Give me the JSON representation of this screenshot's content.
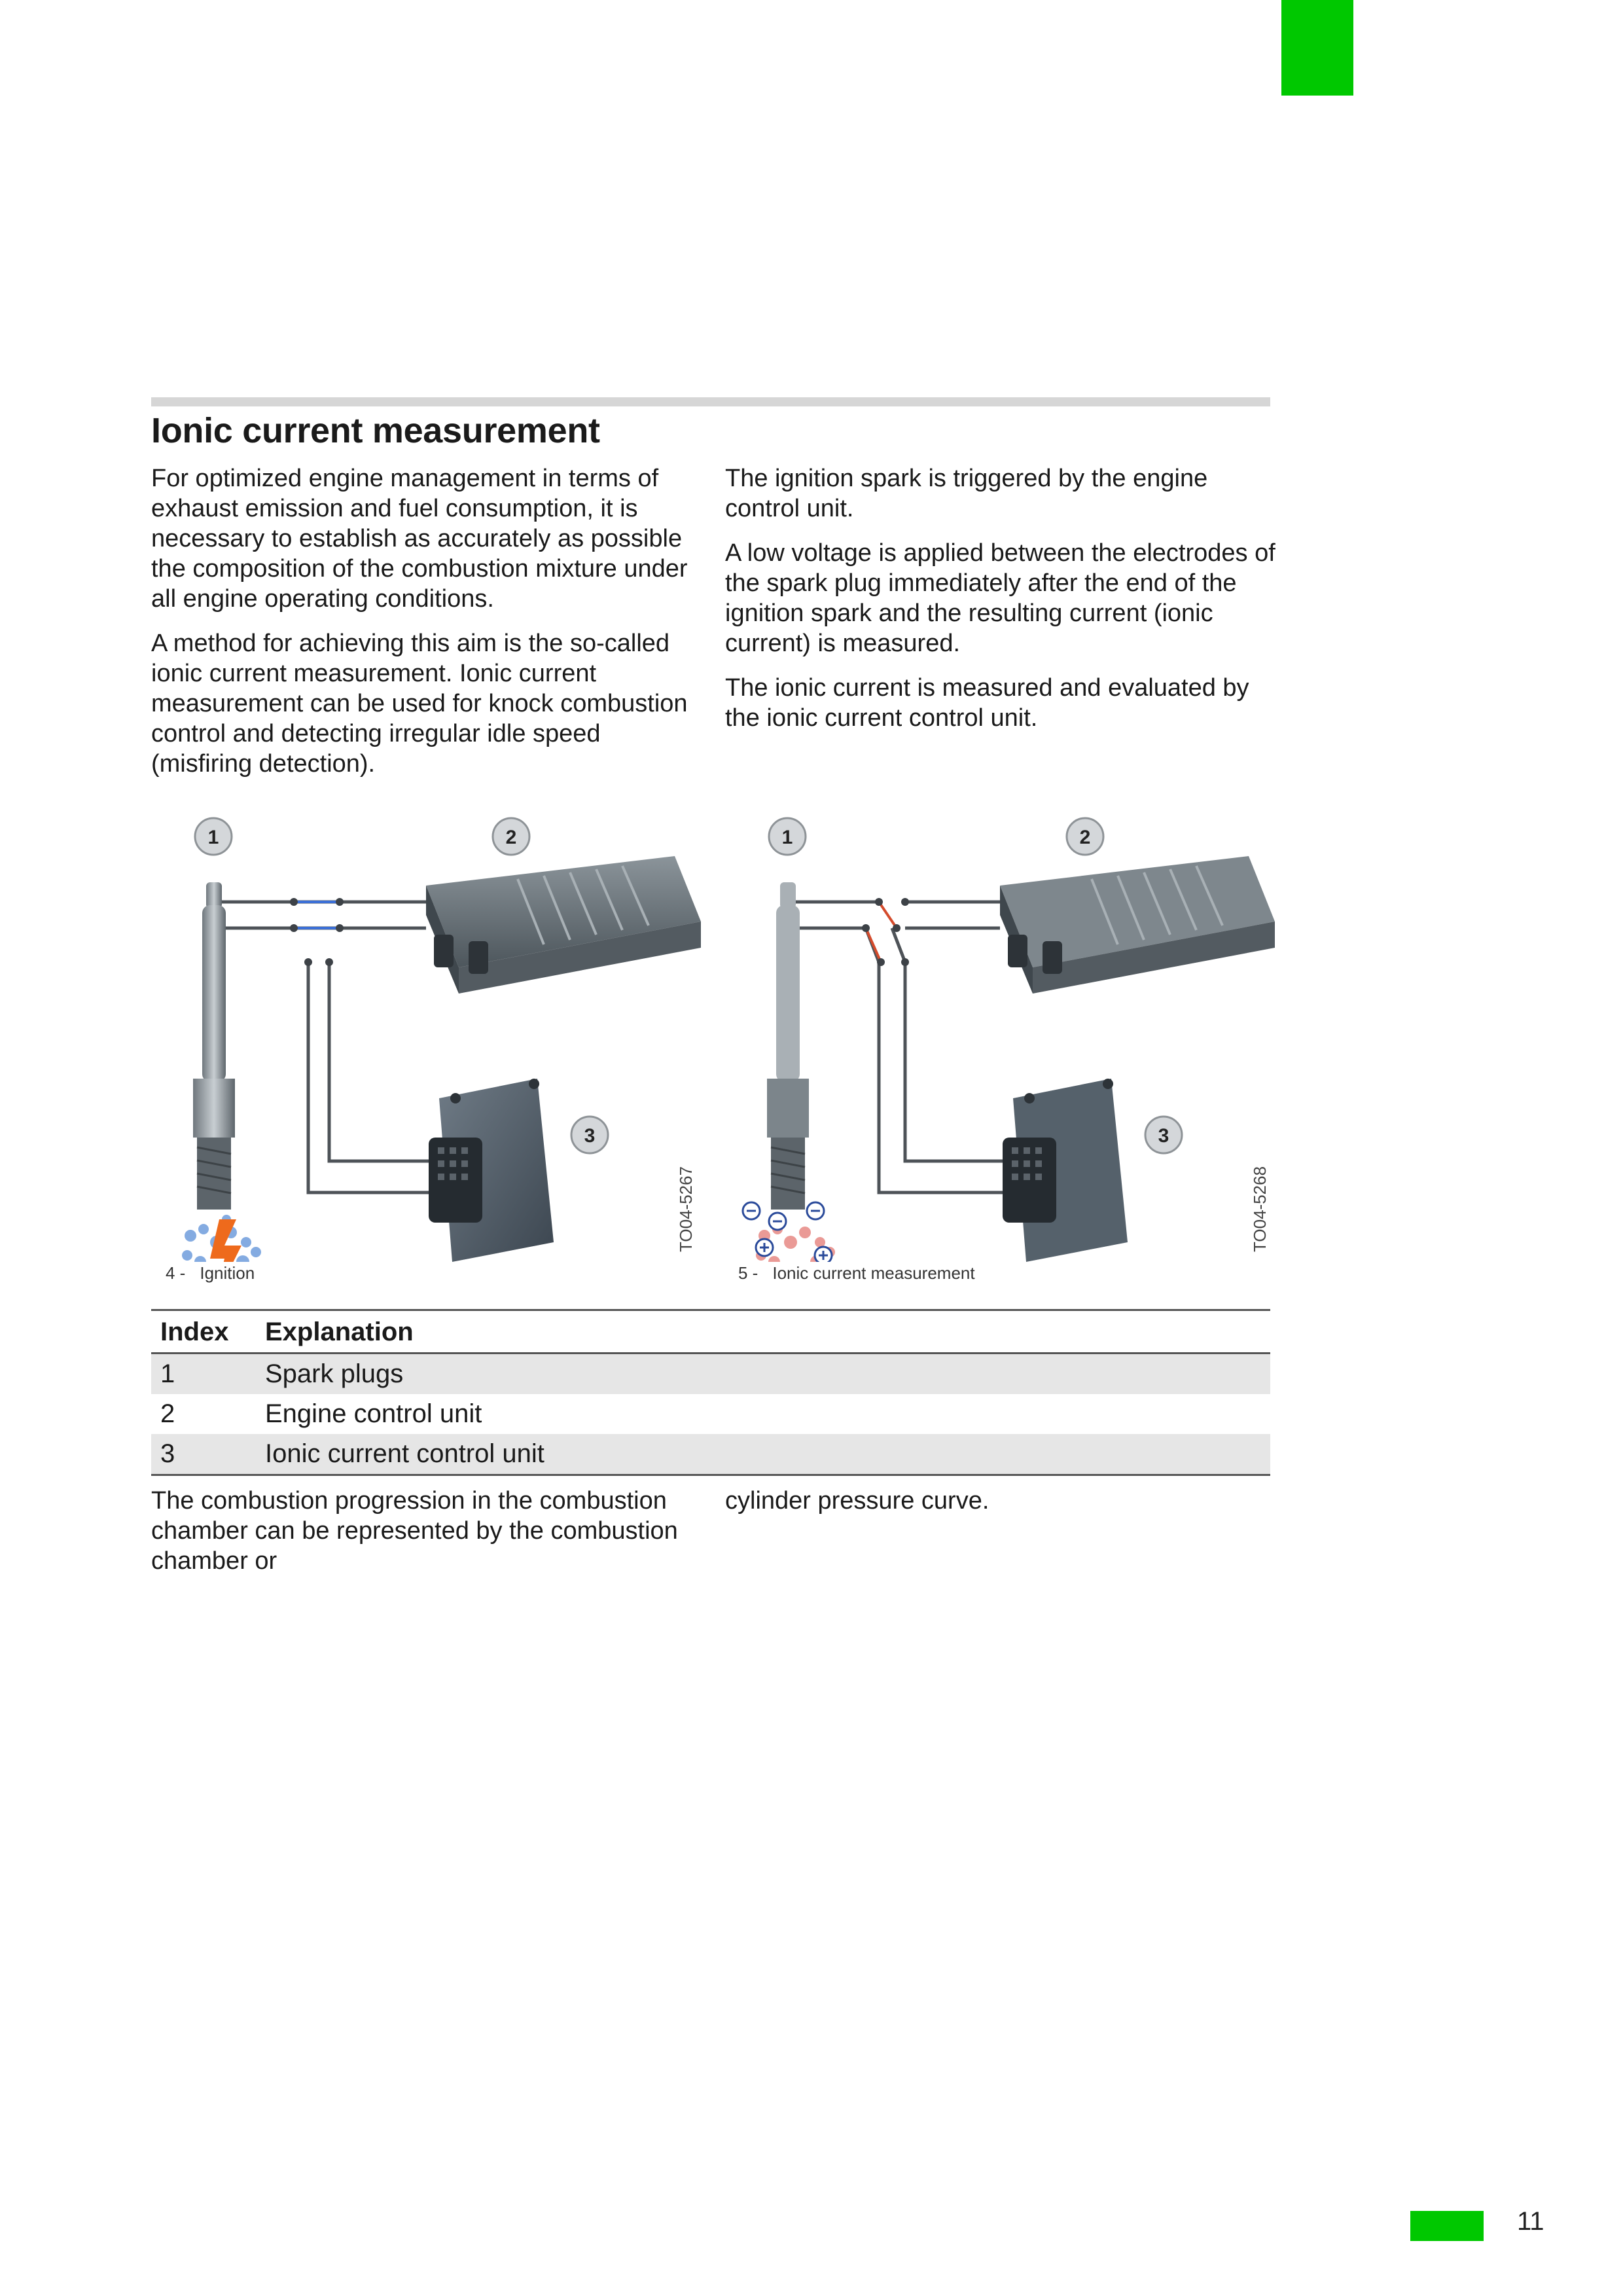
{
  "page": {
    "number": "11",
    "accent_color": "#00c800"
  },
  "section": {
    "title": "Ionic current measurement"
  },
  "columns": {
    "left": [
      "For optimized engine management in terms of exhaust emission and fuel consumption, it is necessary to establish as accurately as possible the composition of the combustion mixture under all engine operating conditions.",
      "A method for achieving this aim is the so-called ionic current measurement. Ionic current measurement can be used for knock combustion control and detecting irregular idle speed (misfiring detection)."
    ],
    "right": [
      "The ignition spark is triggered by the engine control unit.",
      "A low voltage is applied between the electrodes of the spark plug immediately after the end of the ignition spark and the resulting current (ionic current) is measured.",
      "The ionic current is measured and evaluated by the ionic current control unit."
    ]
  },
  "figures": [
    {
      "number": "4 -",
      "caption": "Ignition",
      "code": "TO04-5267",
      "callouts": [
        "1",
        "2",
        "3"
      ]
    },
    {
      "number": "5 -",
      "caption": "Ionic current measurement",
      "code": "TO04-5268",
      "callouts": [
        "1",
        "2",
        "3"
      ]
    }
  ],
  "table": {
    "headers": [
      "Index",
      "Explanation"
    ],
    "rows": [
      [
        "1",
        "Spark plugs"
      ],
      [
        "2",
        "Engine control unit"
      ],
      [
        "3",
        "Ionic current control unit"
      ]
    ]
  },
  "after_table": {
    "left": "The combustion progression in the combustion chamber can be represented by the combustion chamber or",
    "right": "cylinder pressure curve."
  }
}
